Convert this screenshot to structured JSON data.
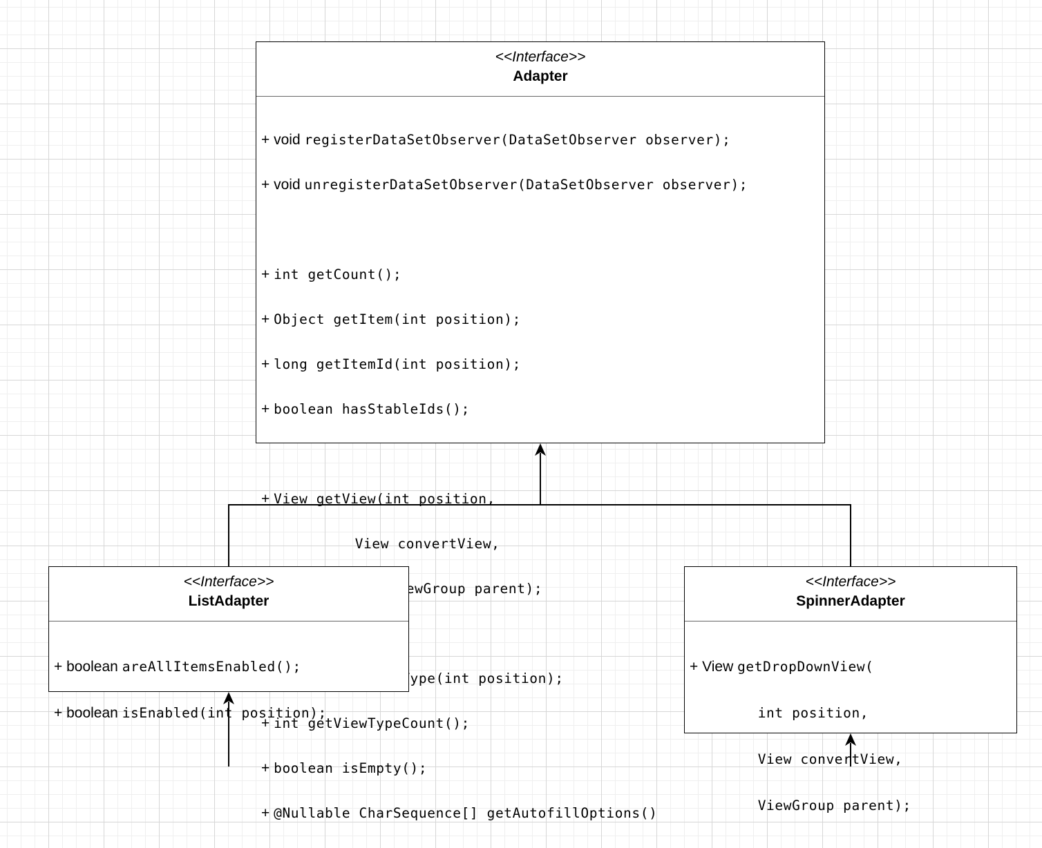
{
  "adapter": {
    "stereotype": "<<Interface>>",
    "name": "Adapter",
    "methods": [
      {
        "prefix": "+ void ",
        "code": "registerDataSetObserver(DataSetObserver observer);"
      },
      {
        "prefix": "+ void ",
        "code": "unregisterDataSetObserver(DataSetObserver observer);"
      },
      {
        "prefix": "",
        "code": ""
      },
      {
        "prefix": "+ ",
        "code": "int getCount();"
      },
      {
        "prefix": "+ ",
        "code": "Object getItem(int position);"
      },
      {
        "prefix": "+ ",
        "code": "long getItemId(int position);"
      },
      {
        "prefix": "+ ",
        "code": "boolean hasStableIds();"
      },
      {
        "prefix": "",
        "code": ""
      },
      {
        "prefix": "+ ",
        "code": "View getView(int position,"
      },
      {
        "prefix": "",
        "code": "           View convertView,"
      },
      {
        "prefix": "",
        "code": "               ViewGroup parent);"
      },
      {
        "prefix": "",
        "code": ""
      },
      {
        "prefix": "+ ",
        "code": "int getItemViewType(int position);"
      },
      {
        "prefix": "+ ",
        "code": "int getViewTypeCount();"
      },
      {
        "prefix": "+ ",
        "code": "boolean isEmpty();"
      },
      {
        "prefix": "+ ",
        "code": "@Nullable CharSequence[] getAutofillOptions()"
      }
    ]
  },
  "list_adapter": {
    "stereotype": "<<Interface>>",
    "name": "ListAdapter",
    "methods": [
      {
        "prefix": "+ boolean ",
        "code": "areAllItemsEnabled();"
      },
      {
        "prefix": "+ boolean ",
        "code": "isEnabled(int position);"
      }
    ]
  },
  "spinner_adapter": {
    "stereotype": "<<Interface>>",
    "name": "SpinnerAdapter",
    "methods": [
      {
        "prefix": "+ View ",
        "code": "getDropDownView("
      },
      {
        "prefix": "",
        "code": "        int position,"
      },
      {
        "prefix": "",
        "code": "        View convertView,"
      },
      {
        "prefix": "",
        "code": "        ViewGroup parent);"
      }
    ]
  }
}
